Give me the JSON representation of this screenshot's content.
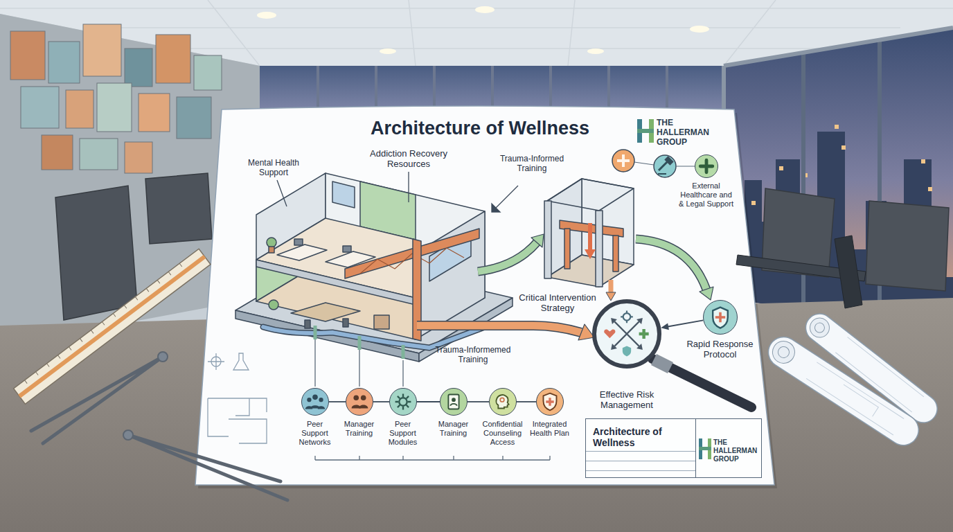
{
  "diagram": {
    "title": "Architecture of Wellness",
    "nodes": [
      {
        "text": [
          "External Healthcare and & Legal Support"
        ]
      },
      {
        "text": [
          "Rapid Response Protocol"
        ]
      },
      {
        "text": [
          "Effective Risk Management"
        ]
      },
      {
        "text": [
          "Peer Support Networks"
        ]
      },
      {
        "text": [
          "Manager Training"
        ]
      },
      {
        "text": [
          "Peer Support Modules"
        ]
      },
      {
        "text": [
          "Manager Training"
        ]
      },
      {
        "text": [
          "Confidential Counseling Access"
        ]
      },
      {
        "text": [
          "Integrated Health Plan"
        ]
      },
      {
        "text": [
          "Architecture of Wellness",
          "THE HALLERMAN GROUP"
        ]
      }
    ],
    "edges": [
      {
        "from": 1,
        "to": 2,
        "arrow": "to"
      },
      {
        "from": 3,
        "to": 4,
        "arrow": "none"
      },
      {
        "from": 4,
        "to": 5,
        "arrow": "none"
      },
      {
        "from": 5,
        "to": 6,
        "arrow": "none"
      },
      {
        "from": 6,
        "to": 7,
        "arrow": "none"
      },
      {
        "from": 7,
        "to": 8,
        "arrow": "none"
      }
    ],
    "labels": [
      "THE HALLERMAN GROUP",
      "Mental Health Support",
      "Addiction Recovery Resources",
      "Trauma-Informed Training",
      "Critical Intervention Strategy",
      "Trauma-Informemed Training"
    ]
  }
}
